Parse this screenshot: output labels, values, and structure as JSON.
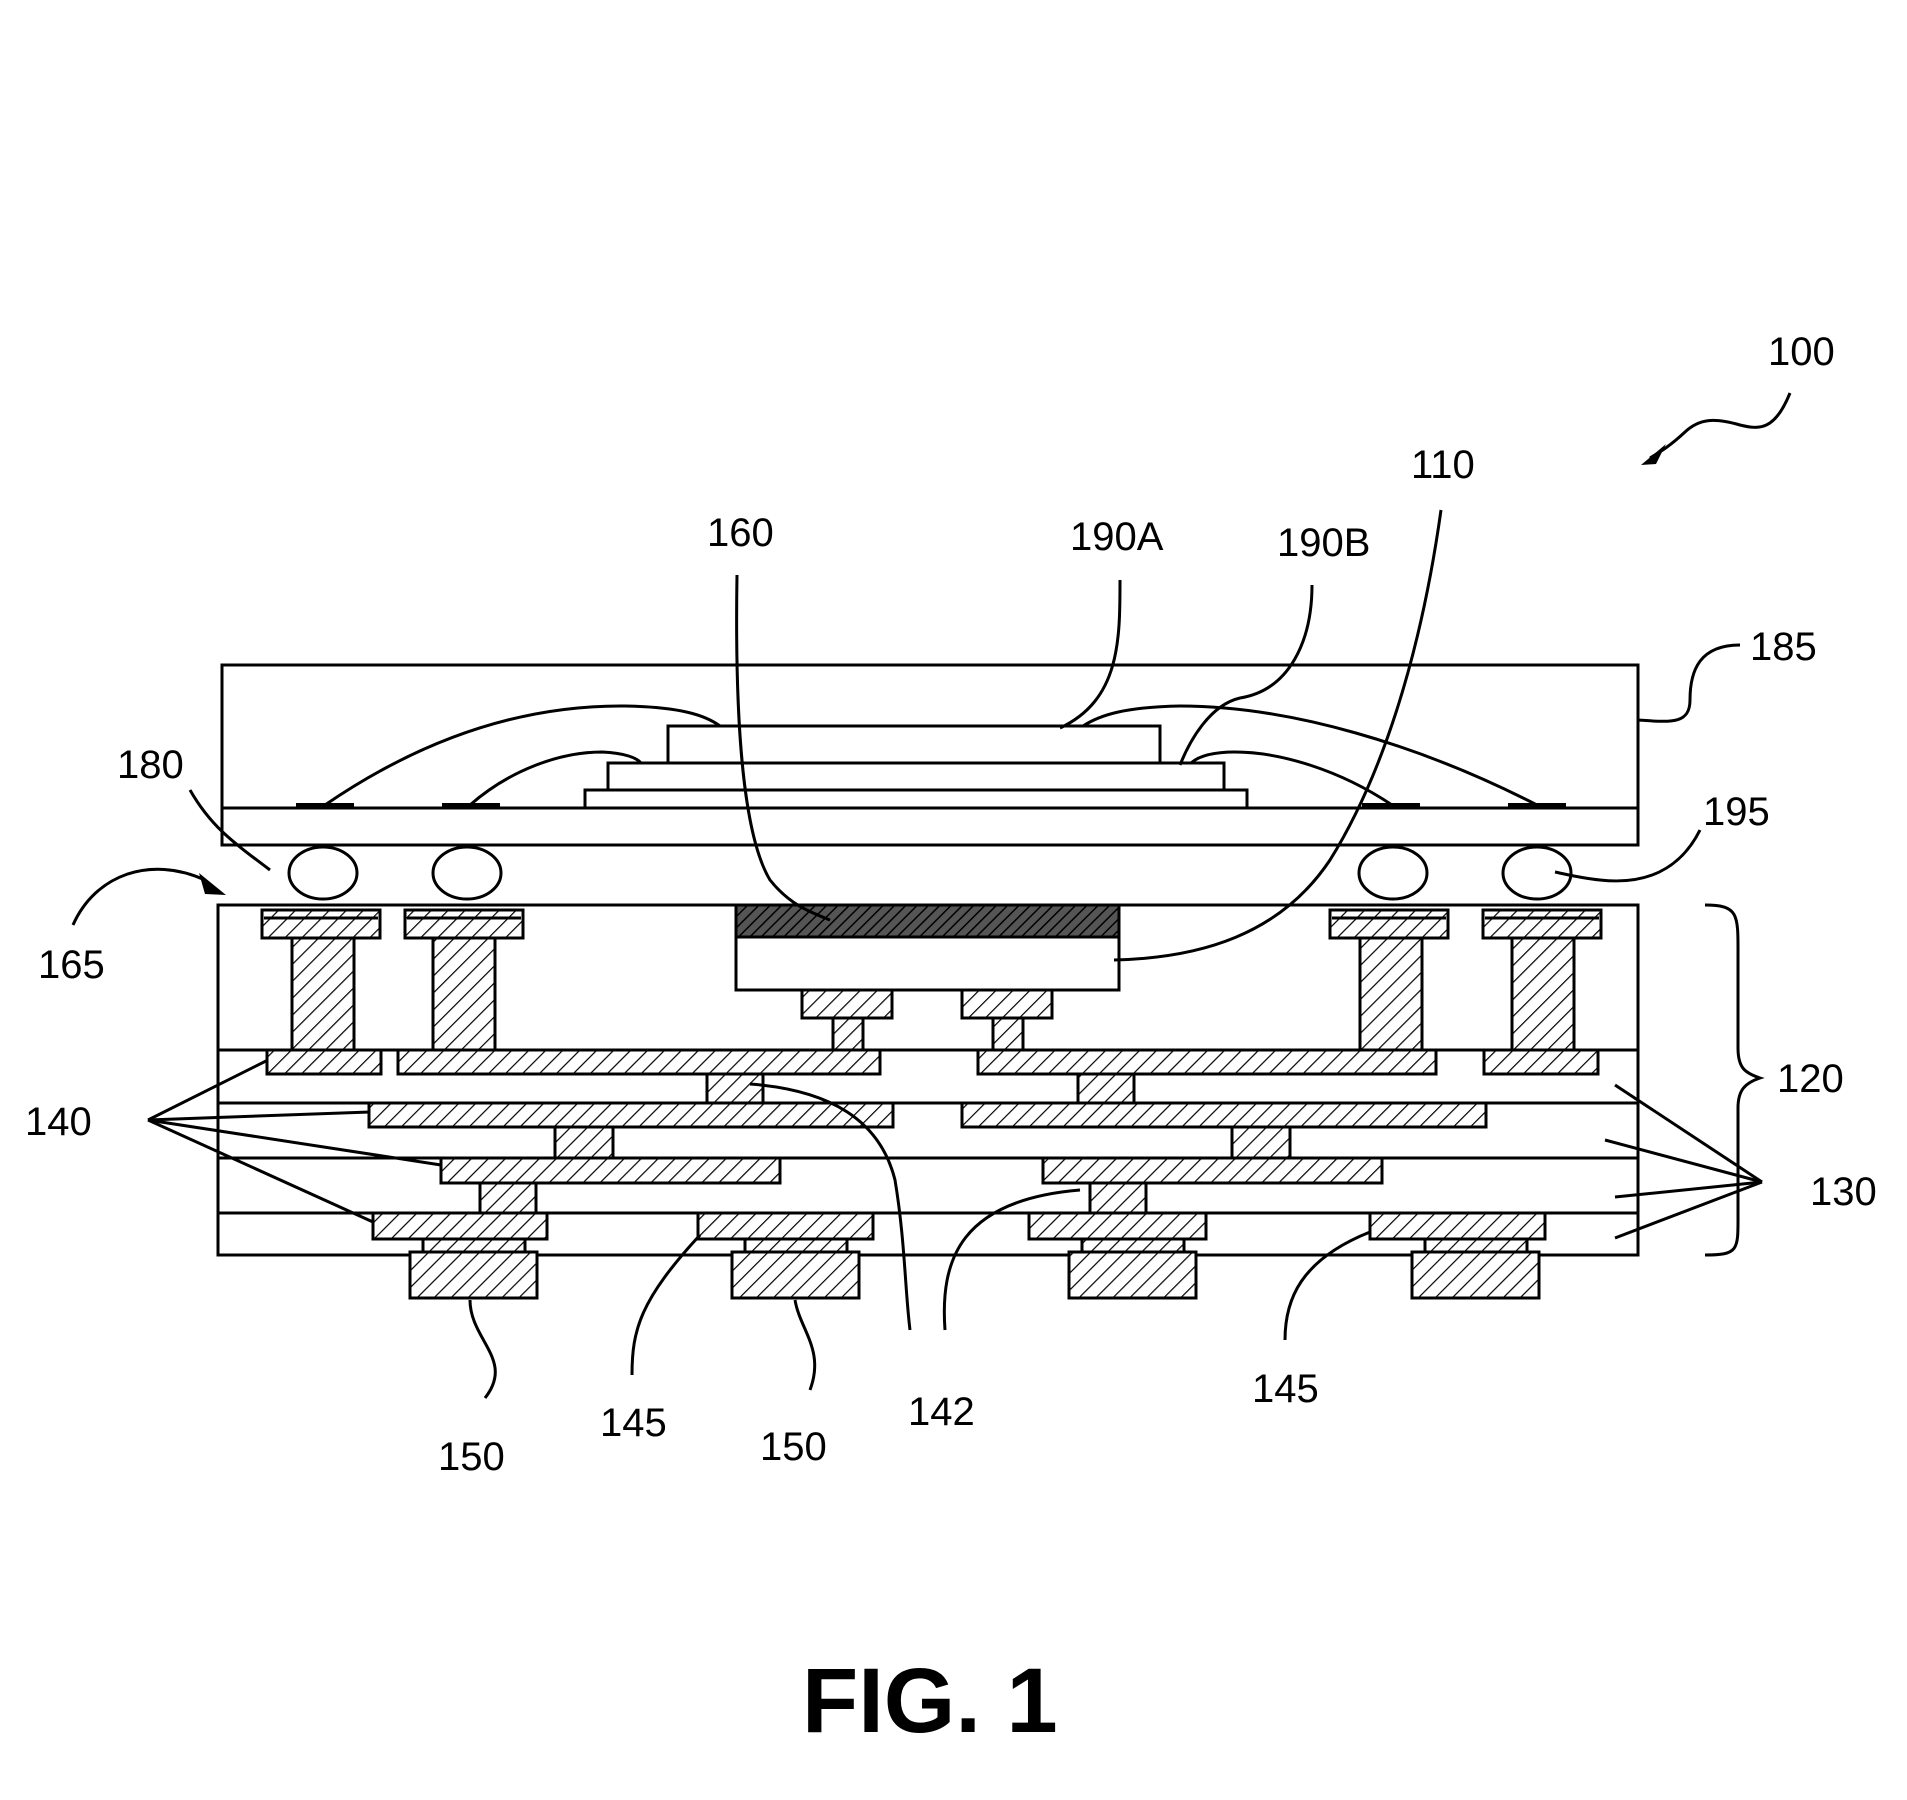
{
  "figure_caption": "FIG. 1",
  "labels": {
    "l100": "100",
    "l110": "110",
    "l120": "120",
    "l130": "130",
    "l140": "140",
    "l142": "142",
    "l145a": "145",
    "l145b": "145",
    "l150a": "150",
    "l150b": "150",
    "l160": "160",
    "l165": "165",
    "l180": "180",
    "l185": "185",
    "l190a": "190A",
    "l190b": "190B",
    "l195": "195"
  }
}
